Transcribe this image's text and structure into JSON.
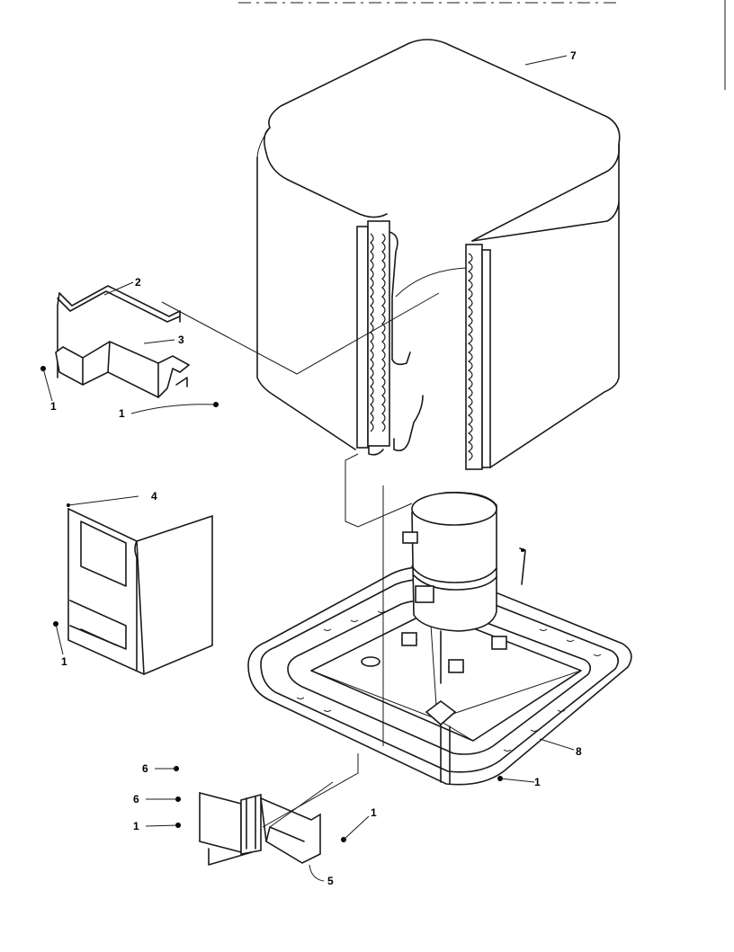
{
  "callouts": {
    "c1a": "1",
    "c1b": "1",
    "c1c": "1",
    "c1d": "1",
    "c1e": "1",
    "c1f": "1",
    "c2": "2",
    "c3": "3",
    "c4": "4",
    "c5": "5",
    "c6a": "6",
    "c6b": "6",
    "c7": "7",
    "c8": "8"
  }
}
